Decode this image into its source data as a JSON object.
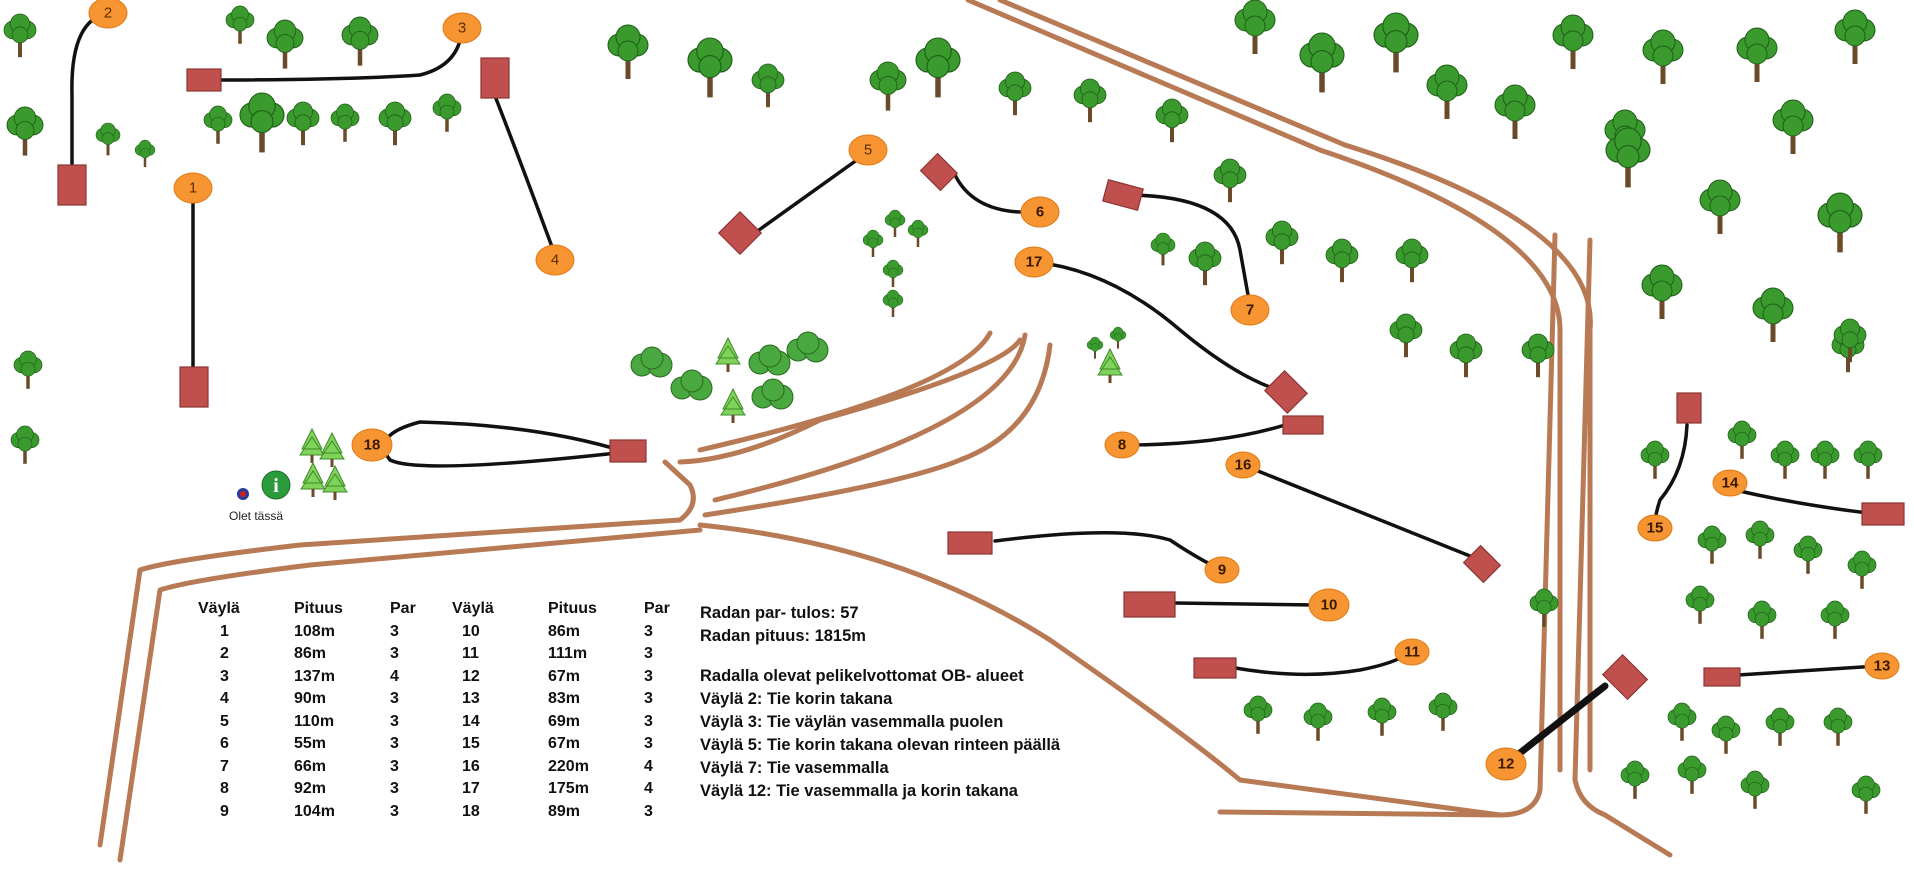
{
  "legend": {
    "you_are_here": "Olet tässä"
  },
  "holes_table": {
    "headers": [
      "Väylä",
      "Pituus",
      "Par",
      "Väylä",
      "Pituus",
      "Par"
    ],
    "left": [
      {
        "hole": "1",
        "length": "108m",
        "par": "3"
      },
      {
        "hole": "2",
        "length": "86m",
        "par": "3"
      },
      {
        "hole": "3",
        "length": "137m",
        "par": "4"
      },
      {
        "hole": "4",
        "length": "90m",
        "par": "3"
      },
      {
        "hole": "5",
        "length": "110m",
        "par": "3"
      },
      {
        "hole": "6",
        "length": "55m",
        "par": "3"
      },
      {
        "hole": "7",
        "length": "66m",
        "par": "3"
      },
      {
        "hole": "8",
        "length": "92m",
        "par": "3"
      },
      {
        "hole": "9",
        "length": "104m",
        "par": "3"
      }
    ],
    "right": [
      {
        "hole": "10",
        "length": "86m",
        "par": "3"
      },
      {
        "hole": "11",
        "length": "111m",
        "par": "3"
      },
      {
        "hole": "12",
        "length": "67m",
        "par": "3"
      },
      {
        "hole": "13",
        "length": "83m",
        "par": "3"
      },
      {
        "hole": "14",
        "length": "69m",
        "par": "3"
      },
      {
        "hole": "15",
        "length": "67m",
        "par": "3"
      },
      {
        "hole": "16",
        "length": "220m",
        "par": "4"
      },
      {
        "hole": "17",
        "length": "175m",
        "par": "4"
      },
      {
        "hole": "18",
        "length": "89m",
        "par": "3"
      }
    ]
  },
  "course_info": {
    "par_total": "Radan par- tulos: 57",
    "length_total": "Radan pituus: 1815m",
    "ob_title": "Radalla olevat pelikelvottomat OB- alueet",
    "ob_rules": [
      "Väylä 2: Tie korin takana",
      "Väylä 3: Tie väylän vasemmalla puolen",
      "Väylä 5: Tie korin takana olevan rinteen päällä",
      "Väylä 7: Tie vasemmalla",
      "Väylä 12: Tie vasemmalla ja korin takana"
    ]
  },
  "basket_labels": [
    "1",
    "2",
    "3",
    "4",
    "5",
    "6",
    "7",
    "8",
    "9",
    "10",
    "11",
    "12",
    "13",
    "14",
    "15",
    "16",
    "17",
    "18"
  ],
  "colors": {
    "road": "#b87a55",
    "tee": "#c0504d",
    "basket": "#f79533",
    "fairway": "#111111",
    "tree_canopy": "#3a9a2e",
    "trunk": "#6b4a2a"
  },
  "icons": [
    "info-icon",
    "you-are-here-marker",
    "tree-icon",
    "bush-icon"
  ]
}
